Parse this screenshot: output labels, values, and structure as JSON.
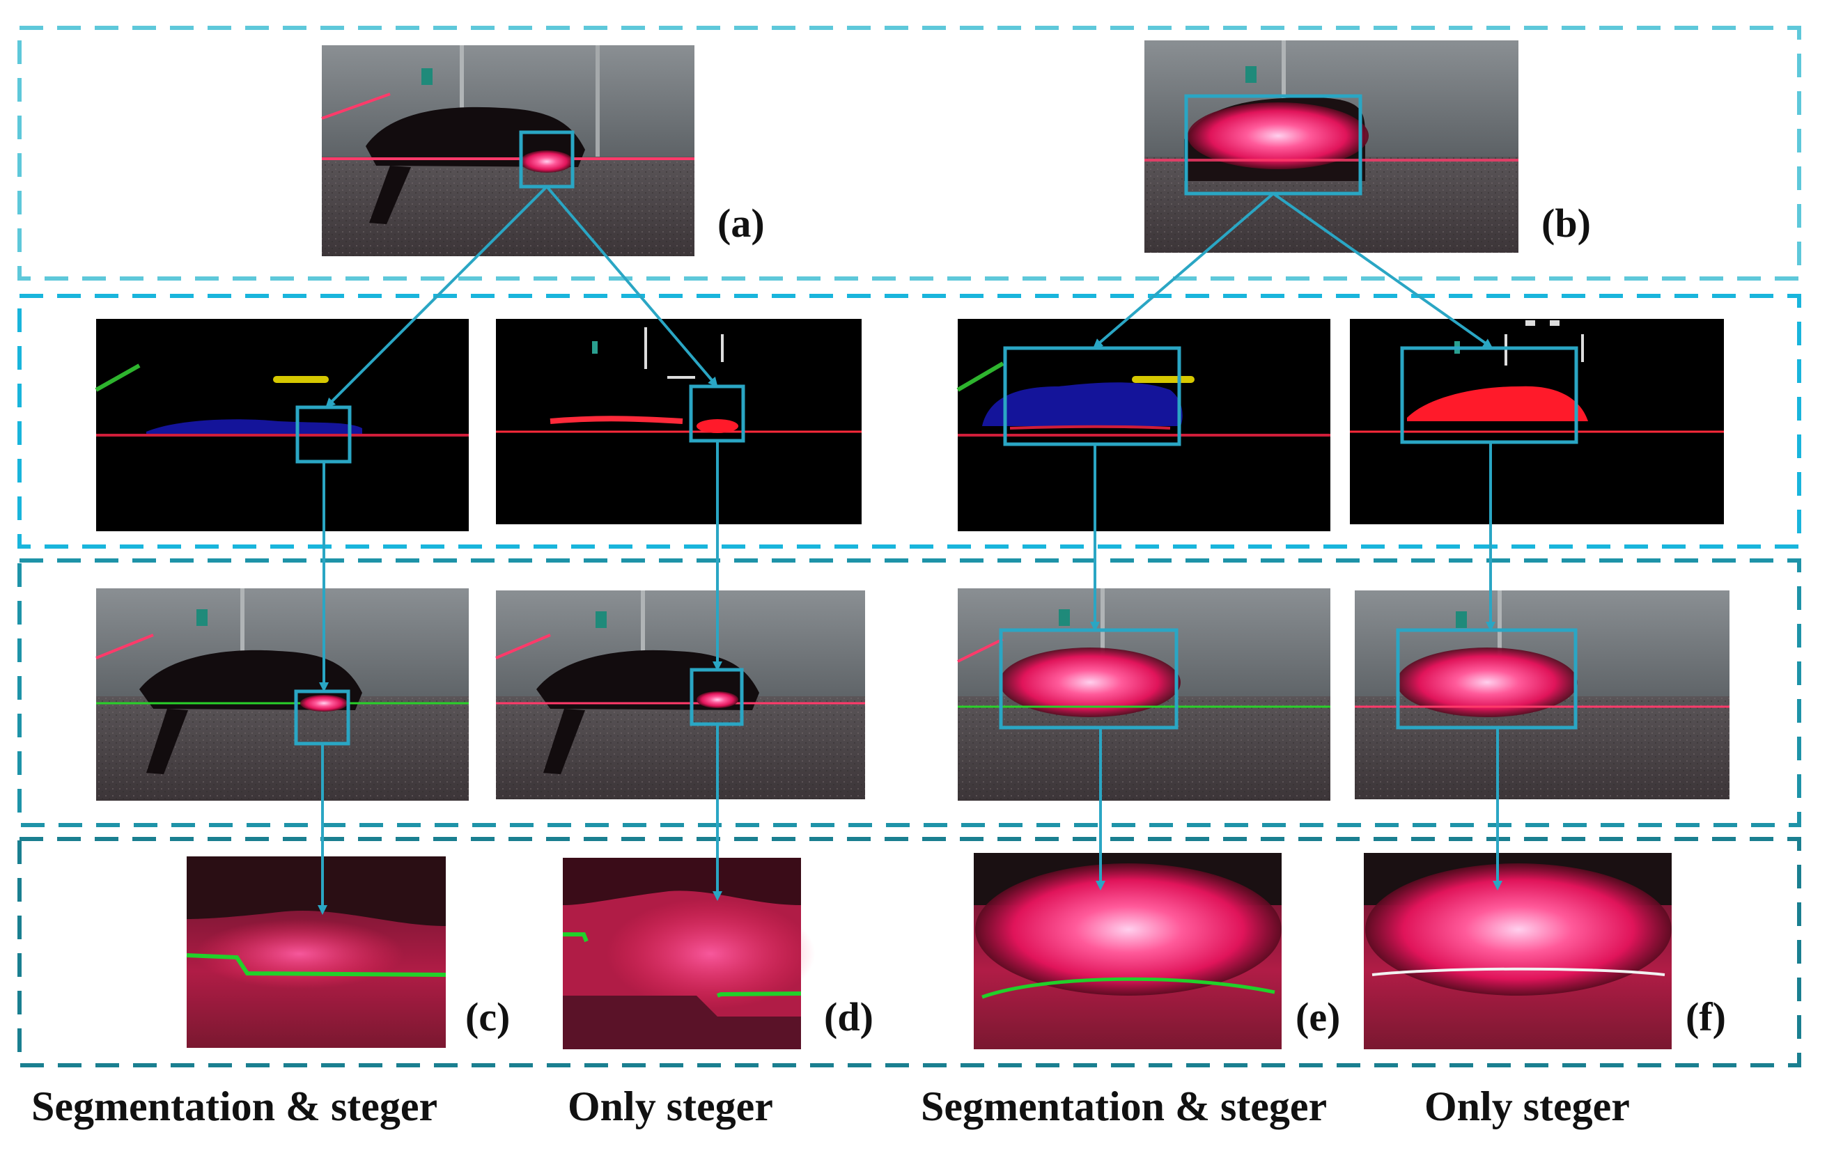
{
  "labels": {
    "a": "(a)",
    "b": "(b)",
    "c": "(c)",
    "d": "(d)",
    "e": "(e)",
    "f": "(f)"
  },
  "captions": {
    "seg_left": "Segmentation & steger",
    "only_left": "Only steger",
    "seg_right": "Segmentation & steger",
    "only_right": "Only steger"
  },
  "colors": {
    "frame_top": "#5ec8da",
    "frame_row2": "#19b5dc",
    "frame_row3": "#1e93a8",
    "frame_row4": "#1a7f90",
    "arrow": "#2aa6c4",
    "laser": "#ff2a62",
    "seg_blue": "#14149a",
    "seg_yellow": "#d6c800",
    "steger_green": "#22d02a"
  }
}
